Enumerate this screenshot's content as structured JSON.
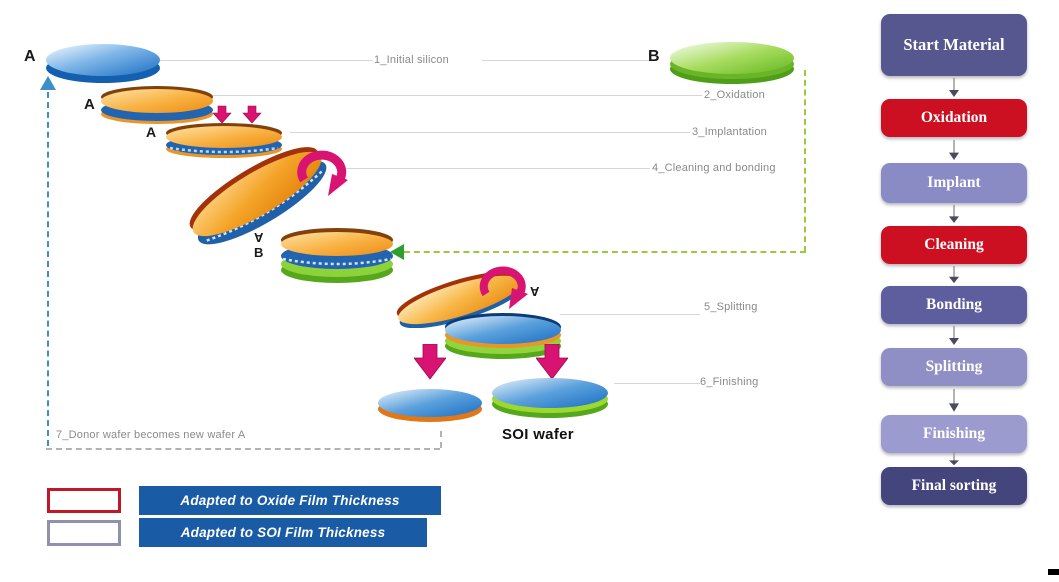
{
  "diagram": {
    "wafer_a_label": "A",
    "wafer_b_label": "B",
    "bonded_top_label": "A",
    "bonded_bottom_label": "B",
    "split_top_label": "A",
    "soi_wafer_label": "SOI wafer",
    "steps": [
      {
        "label": "1_Initial silicon"
      },
      {
        "label": "2_Oxidation"
      },
      {
        "label": "3_Implantation"
      },
      {
        "label": "4_Cleaning and bonding"
      },
      {
        "label": "5_Splitting"
      },
      {
        "label": "6_Finishing"
      },
      {
        "label": "7_Donor wafer becomes new wafer A"
      }
    ],
    "accent_colors": {
      "pink_rotation": "#d81372",
      "recycle_arrow_blue": "#3e8fc8",
      "bond_dash_green": "#9cc83c",
      "bond_arrow_green": "#2f9e2f"
    }
  },
  "legend": {
    "label_bg": "#1a5ba6",
    "items": [
      {
        "label": "Adapted to Oxide Film Thickness",
        "swatch_border": "#c0182a"
      },
      {
        "label": "Adapted to SOI Film Thickness",
        "swatch_border": "#9191ad"
      }
    ]
  },
  "flowchart": {
    "nodes": [
      {
        "label": "Start Material",
        "color": "#57578f"
      },
      {
        "label": "Oxidation",
        "color": "#cc1021"
      },
      {
        "label": "Implant",
        "color": "#8a8ac4"
      },
      {
        "label": "Cleaning",
        "color": "#cc1021"
      },
      {
        "label": "Bonding",
        "color": "#5e5e9e"
      },
      {
        "label": "Splitting",
        "color": "#8f8fc6"
      },
      {
        "label": "Finishing",
        "color": "#9b9bd0"
      },
      {
        "label": "Final sorting",
        "color": "#45457e"
      }
    ]
  }
}
